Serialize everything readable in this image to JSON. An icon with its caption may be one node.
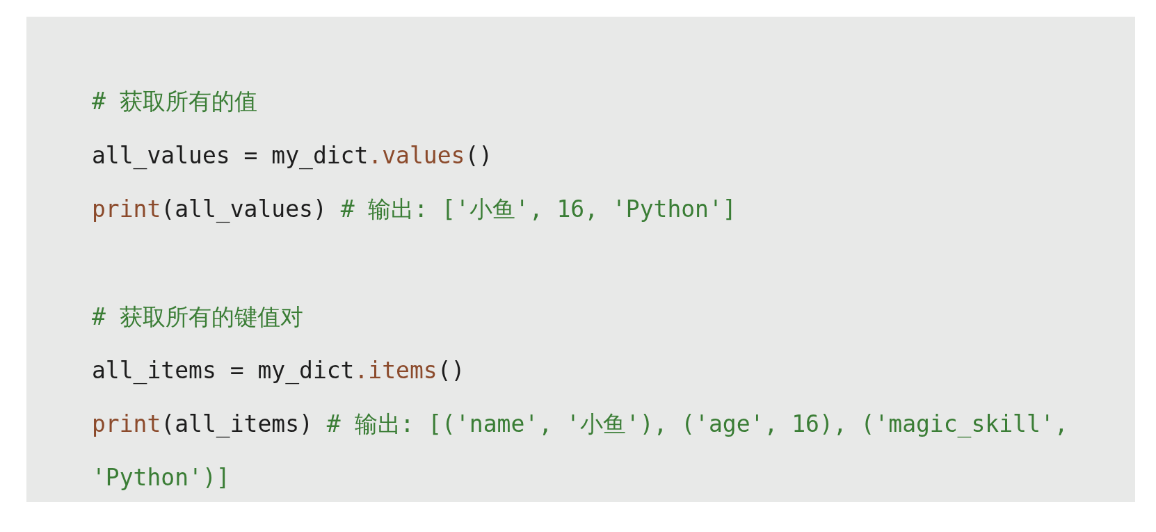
{
  "diagram": {
    "labels": [
      "# 获取所有的值",
      "all_values = my_dict.values()",
      "print(all_values) # 输出: ['小鱼', 16, 'Python']",
      "# 获取所有的键值对",
      "all_items = my_dict.items()",
      "print(all_items) # 输出: [('name', '小鱼'), ('age', 16), ('magic_skill', 'Python')]"
    ]
  }
}
